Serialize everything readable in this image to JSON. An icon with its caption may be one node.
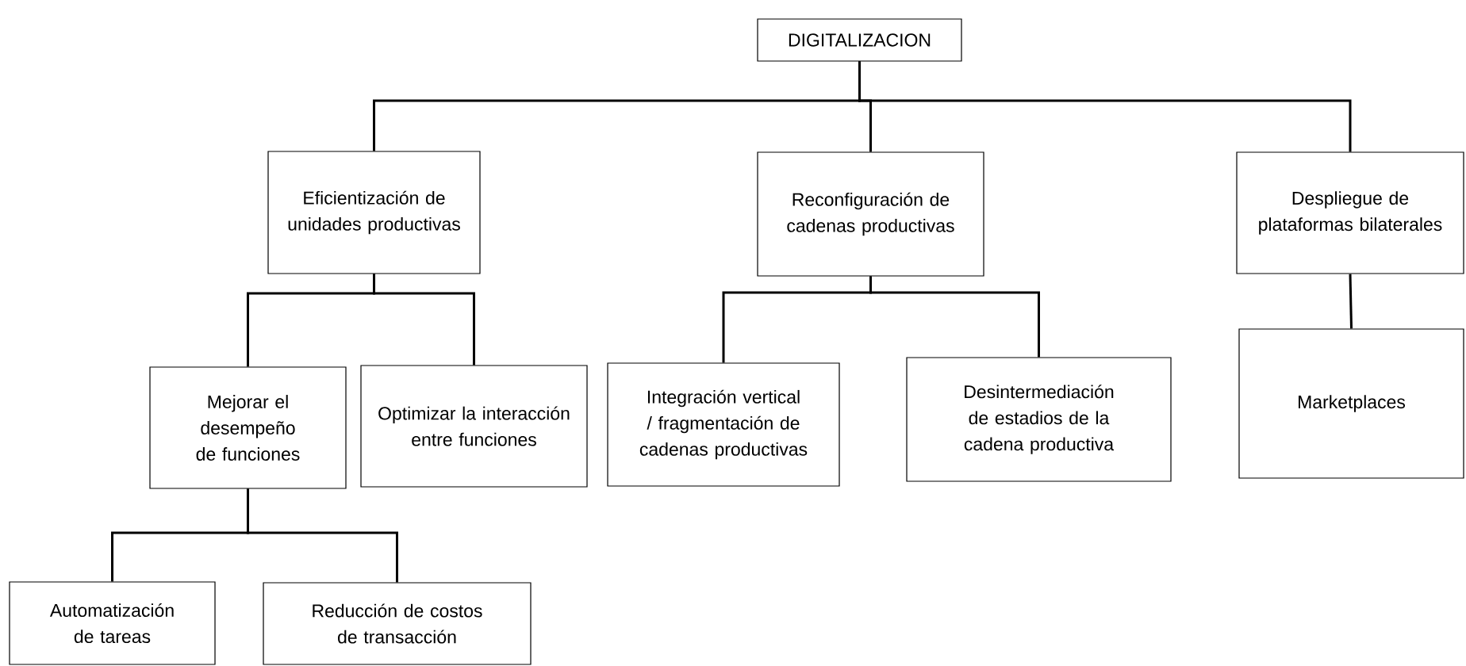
{
  "diagram": {
    "nodes": [
      {
        "text": [
          "DIGITALIZACION"
        ]
      },
      {
        "text": [
          "Eficientización de unidades productivas"
        ]
      },
      {
        "text": [
          "Reconfiguración de cadenas productivas"
        ]
      },
      {
        "text": [
          "Despliegue de plataformas bilaterales"
        ]
      },
      {
        "text": [
          "Mejorar el desempeño de funciones"
        ]
      },
      {
        "text": [
          "Optimizar la interacción entre funciones"
        ]
      },
      {
        "text": [
          "Integración vertical / fragmentación de cadenas productivas"
        ]
      },
      {
        "text": [
          "Desintermediación de estadios de la cadena productiva"
        ]
      },
      {
        "text": [
          "Marketplaces"
        ]
      },
      {
        "text": [
          "Automatización de tareas"
        ]
      },
      {
        "text": [
          "Reducción de costos de transacción"
        ]
      }
    ],
    "edges": [
      {
        "from": 0,
        "to": 1,
        "arrow": "none"
      },
      {
        "from": 0,
        "to": 2,
        "arrow": "none"
      },
      {
        "from": 0,
        "to": 3,
        "arrow": "none"
      },
      {
        "from": 1,
        "to": 4,
        "arrow": "none"
      },
      {
        "from": 1,
        "to": 5,
        "arrow": "none"
      },
      {
        "from": 2,
        "to": 6,
        "arrow": "none"
      },
      {
        "from": 2,
        "to": 7,
        "arrow": "none"
      },
      {
        "from": 3,
        "to": 8,
        "arrow": "none"
      },
      {
        "from": 4,
        "to": 9,
        "arrow": "none"
      },
      {
        "from": 4,
        "to": 10,
        "arrow": "none"
      }
    ]
  }
}
